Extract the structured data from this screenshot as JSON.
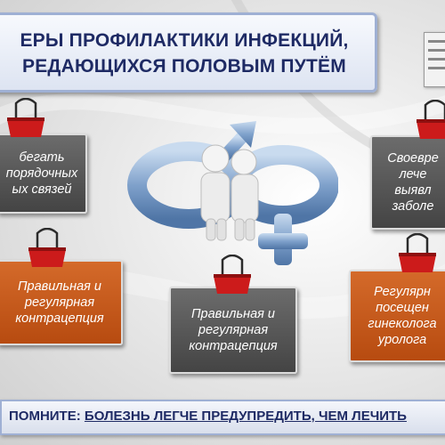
{
  "title": {
    "line1": "ЕРЫ ПРОФИЛАКТИКИ ИНФЕКЦИЙ,",
    "line2": "РЕДАЮЩИХСЯ ПОЛОВЫМ ПУТЁМ"
  },
  "cards": {
    "top_left": {
      "lines": [
        "бегать",
        "порядочных",
        "ых связей"
      ]
    },
    "top_right": {
      "lines": [
        "Своевре",
        "лече",
        "выявл",
        "заболе"
      ]
    },
    "mid_left": {
      "lines": [
        "Правильная и",
        "регулярная",
        "контрацепция"
      ]
    },
    "mid_center": {
      "lines": [
        "Правильная и",
        "регулярная",
        "контрацепция"
      ]
    },
    "mid_right": {
      "lines": [
        "Регулярн",
        "посещен",
        "гинеколога",
        "уролога"
      ]
    }
  },
  "bottom": {
    "label": "ПОМНИТЕ:",
    "message": "БОЛЕЗНЬ ЛЕГЧЕ ПРЕДУПРЕДИТЬ, ЧЕМ ЛЕЧИТЬ"
  },
  "colors": {
    "title_text": "#1e2a64",
    "card_gray": "#555555",
    "card_orange": "#c85a1c",
    "clip_red": "#cc1b1b",
    "symbol_blue": "#7a9cc8"
  },
  "icons": [
    "binder-clip-icon",
    "gender-symbol-icon",
    "people-figures-icon"
  ]
}
